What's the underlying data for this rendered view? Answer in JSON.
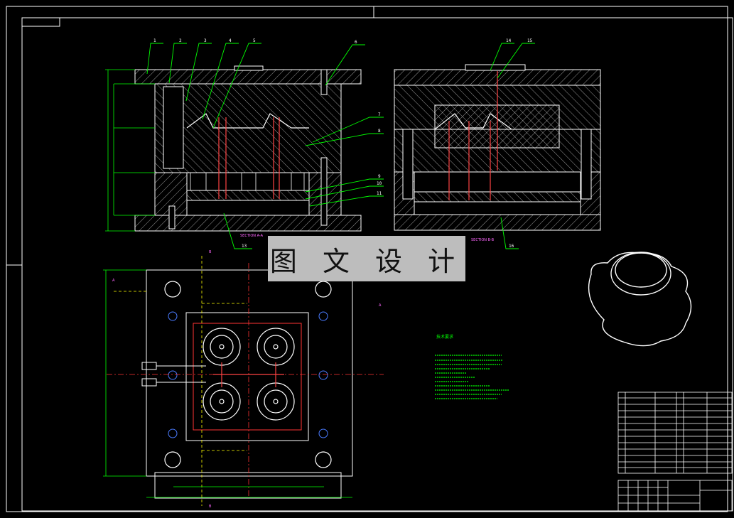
{
  "watermark": {
    "text": "图 文 设 计"
  },
  "part_numbers": [
    "1",
    "2",
    "3",
    "4",
    "5",
    "6",
    "7",
    "8",
    "9",
    "10",
    "11",
    "13",
    "14",
    "15",
    "16"
  ],
  "section_labels": {
    "left": "SECTION A-A",
    "right": "SECTION B-B"
  },
  "section_markers": [
    "B",
    "B",
    "A",
    "A"
  ],
  "notes_title": "技术要求",
  "colors": {
    "background": "#000000",
    "outline": "#ffffff",
    "leader": "#00ff00",
    "section_text": "#ff00ff",
    "centerline": "#ff3333",
    "hidden": "#ffff00",
    "notes": "#00ff00"
  }
}
